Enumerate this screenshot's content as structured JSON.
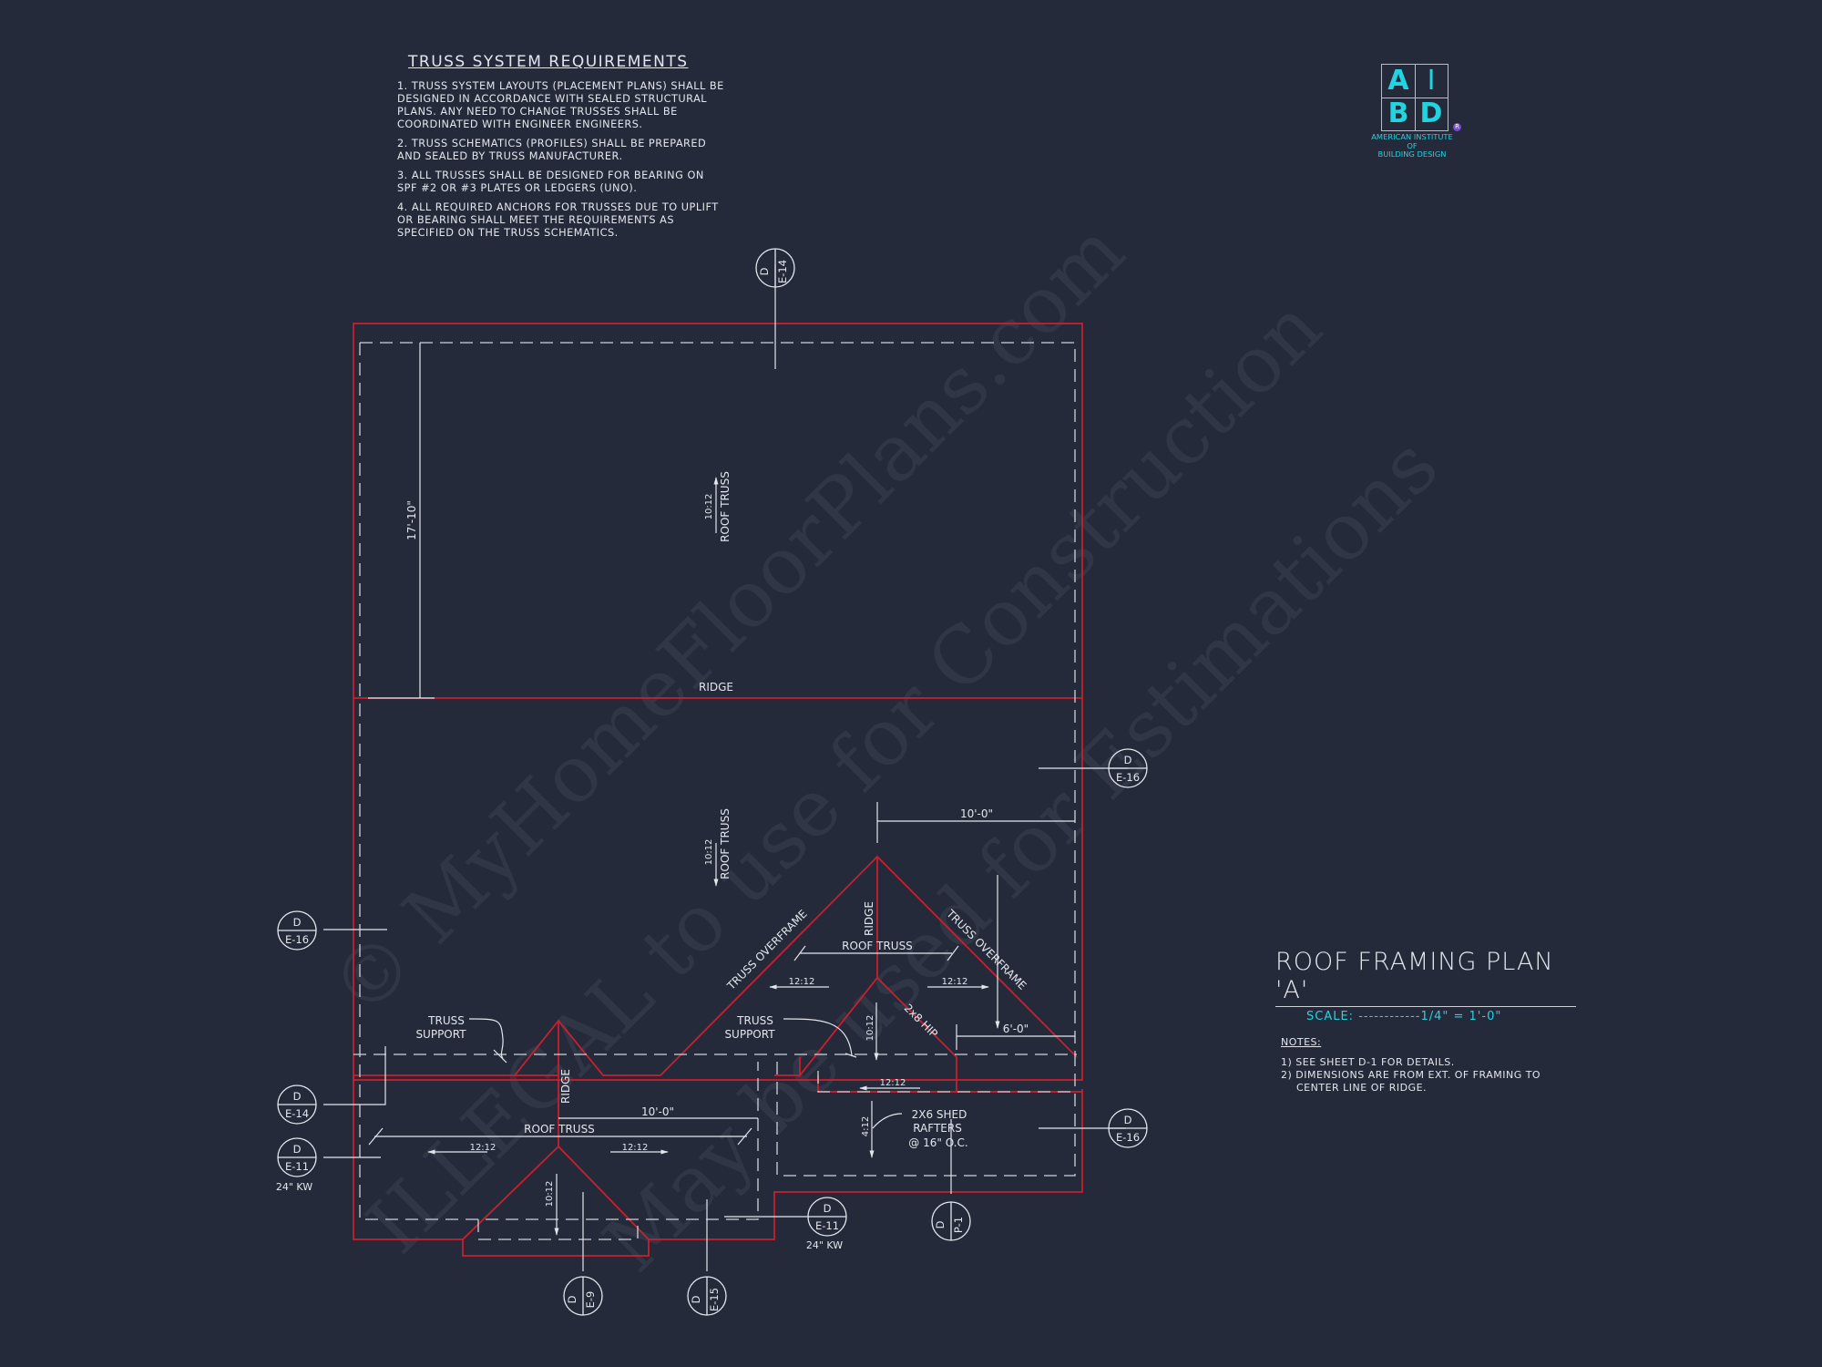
{
  "truss_requirements": {
    "title": "TRUSS SYSTEM REQUIREMENTS",
    "items": [
      "1. TRUSS SYSTEM LAYOUTS (PLACEMENT PLANS) SHALL BE DESIGNED IN ACCORDANCE WITH SEALED STRUCTURAL PLANS. ANY NEED TO CHANGE TRUSSES SHALL BE COORDINATED WITH ENGINEER ENGINEERS.",
      "2. TRUSS SCHEMATICS (PROFILES) SHALL BE PREPARED AND SEALED BY TRUSS MANUFACTURER.",
      "3. ALL TRUSSES SHALL BE DESIGNED FOR BEARING ON SPF #2 OR #3 PLATES OR LEDGERS (UNO).",
      "4. ALL REQUIRED ANCHORS FOR TRUSSES DUE TO UPLIFT OR BEARING SHALL MEET THE REQUIREMENTS AS SPECIFIED ON THE TRUSS SCHEMATICS."
    ]
  },
  "logo": {
    "letters": [
      "A",
      "I",
      "B",
      "D"
    ],
    "registered": "R",
    "line1": "AMERICAN INSTITUTE",
    "line2": "OF",
    "line3": "BUILDING DESIGN",
    "color": "#22d3e0"
  },
  "title_block": {
    "title": "ROOF FRAMING PLAN 'A'",
    "scale": "SCALE: ------------1/4\" = 1'-0\""
  },
  "notes": {
    "header": "NOTES:",
    "items": [
      "1)  SEE SHEET D-1 FOR DETAILS.",
      "2)  DIMENSIONS ARE FROM EXT. OF FRAMING TO CENTER LINE OF RIDGE."
    ]
  },
  "colors": {
    "background": "#252a3b",
    "roof_outline": "#c8202e",
    "line": "#e4e6ec",
    "accent": "#22d3e0"
  },
  "plan_labels": {
    "dim_17_10": "17'-10\"",
    "roof_truss": "ROOF TRUSS",
    "pitch_10_12": "10:12",
    "pitch_12_12": "12:12",
    "pitch_4_12": "4:12",
    "ridge": "RIDGE",
    "dim_10_0": "10'-0\"",
    "dim_6_0": "6'-0\"",
    "truss_overframe": "TRUSS OVERFRAME",
    "truss": "TRUSS",
    "support": "SUPPORT",
    "hip": "2x8 HIP",
    "shed_1": "2X6 SHED",
    "shed_2": "RAFTERS",
    "shed_3": "@ 16\" O.C.",
    "kw": "24\" KW"
  },
  "section_markers": [
    {
      "id": "top-e14",
      "top": "D",
      "bottom": "E-14"
    },
    {
      "id": "right-e16-upper",
      "top": "D",
      "bottom": "E-16"
    },
    {
      "id": "left-e16",
      "top": "D",
      "bottom": "E-16"
    },
    {
      "id": "left-e14",
      "top": "D",
      "bottom": "E-14"
    },
    {
      "id": "left-e11",
      "top": "D",
      "bottom": "E-11"
    },
    {
      "id": "right-e16-lower",
      "top": "D",
      "bottom": "E-16"
    },
    {
      "id": "bottom-e11",
      "top": "D",
      "bottom": "E-11"
    },
    {
      "id": "bottom-p1",
      "top": "D",
      "bottom": "P-1"
    },
    {
      "id": "bottom-e9",
      "top": "D",
      "bottom": "E-9"
    },
    {
      "id": "bottom-e15",
      "top": "D",
      "bottom": "E-15"
    }
  ],
  "watermark": {
    "line1": "© MyHomeFloorPlans.com",
    "line2": "ILLEGAL to use for Construction",
    "line3": "May be used for Estimations"
  }
}
